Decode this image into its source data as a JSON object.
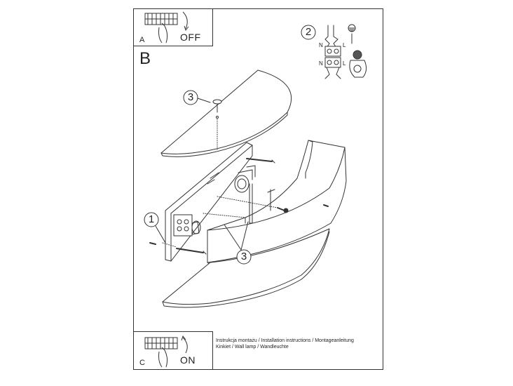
{
  "panel_a": {
    "label": "A",
    "state": "OFF"
  },
  "panel_b": {
    "label": "B"
  },
  "panel_c": {
    "label": "C",
    "state": "ON"
  },
  "connection": {
    "step": "2",
    "terminals_top": [
      "N",
      "L"
    ],
    "terminals_bottom": [
      "N",
      "L"
    ]
  },
  "callouts": {
    "bracket": "1",
    "cover_screw": "3",
    "side_screw": "3"
  },
  "footer": {
    "line1": "Instrukcja montażu / Installation instructions / Montageanleitung",
    "line2": "Kinkiet  / Wall lamp / Wandleuchte"
  }
}
